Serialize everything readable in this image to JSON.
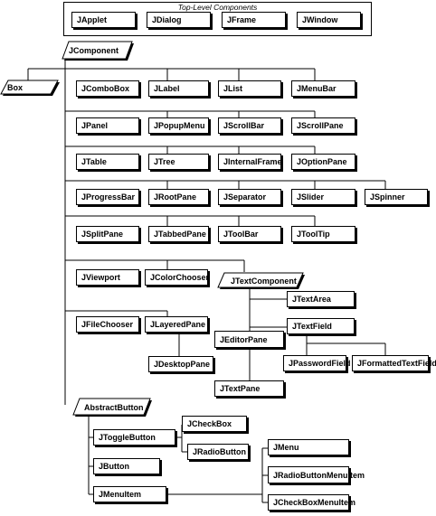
{
  "top_level": {
    "title": "Top-Level Components",
    "items": [
      "JApplet",
      "JDialog",
      "JFrame",
      "JWindow"
    ]
  },
  "nodes": {
    "jcomponent": "JComponent",
    "box": "Box",
    "jcombobox": "JComboBox",
    "jlabel": "JLabel",
    "jlist": "JList",
    "jmenubar": "JMenuBar",
    "jpanel": "JPanel",
    "jpopupmenu": "JPopupMenu",
    "jscrollbar": "JScrollBar",
    "jscrollpane": "JScrollPane",
    "jtable": "JTable",
    "jtree": "JTree",
    "jinternalframe": "JInternalFrame",
    "joptionpane": "JOptionPane",
    "jprogressbar": "JProgressBar",
    "jrootpane": "JRootPane",
    "jseparator": "JSeparator",
    "jslider": "JSlider",
    "jspinner": "JSpinner",
    "jsplitpane": "JSplitPane",
    "jtabbedpane": "JTabbedPane",
    "jtoolbar": "JToolBar",
    "jtooltip": "JToolTip",
    "jviewport": "JViewport",
    "jcolorchooser": "JColorChooser",
    "jtextcomponent": "JTextComponent",
    "jtextarea": "JTextArea",
    "jfilechooser": "JFileChooser",
    "jlayeredpane": "JLayeredPane",
    "jtextfield": "JTextField",
    "jeditorpane": "JEditorPane",
    "jdesktoppane": "JDesktopPane",
    "jpasswordfield": "JPasswordField",
    "jformattedtextfield": "JFormattedTextField",
    "jtextpane": "JTextPane",
    "abstractbutton": "AbstractButton",
    "jcheckbox": "JCheckBox",
    "jtogglebutton": "JToggleButton",
    "jradiobutton": "JRadioButton",
    "jmenu": "JMenu",
    "jbutton": "JButton",
    "jradiobuttonmenuitem": "JRadioButtonMenuItem",
    "jmenuitem": "JMenuItem",
    "jcheckboxmenuitem": "JCheckBoxMenuItem"
  }
}
